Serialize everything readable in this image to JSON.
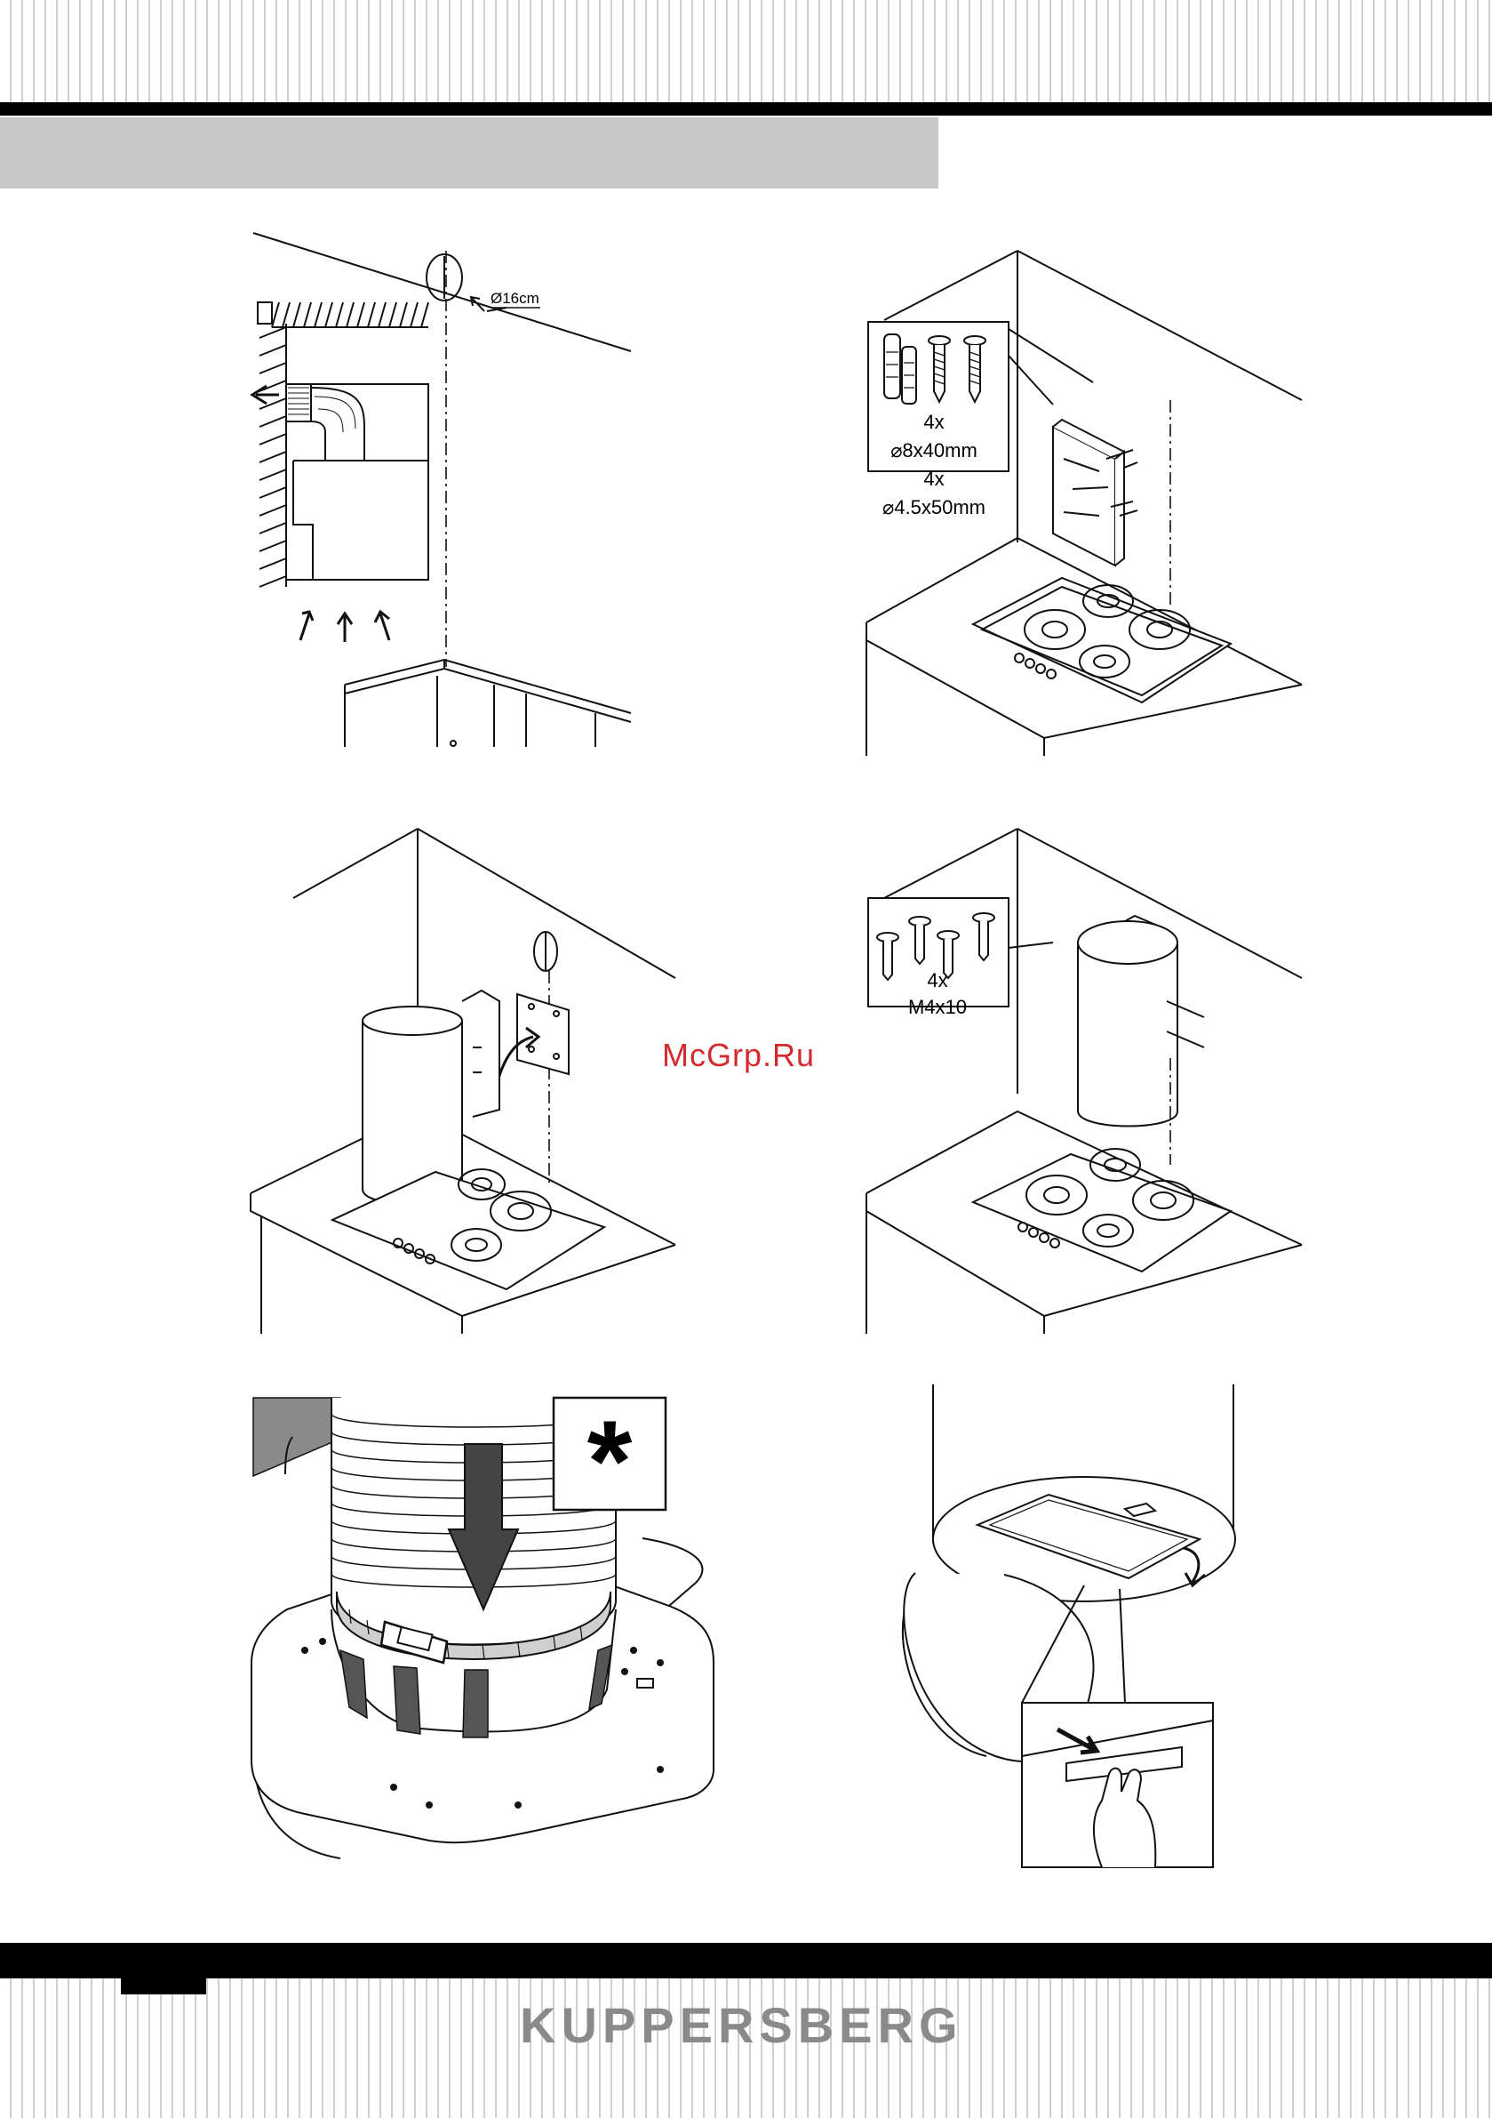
{
  "brand": "KUPPERSBERG",
  "watermark": "McGrp.Ru",
  "figures": {
    "duct": {
      "diameter_label": "Ø16cm"
    },
    "bracket": {
      "qty1": "4x",
      "spec1": "⌀8x40mm",
      "qty2": "4x",
      "spec2": "⌀4.5x50mm"
    },
    "screws": {
      "qty": "4x",
      "spec": "M4x10"
    },
    "clamp": {
      "star": "*"
    }
  }
}
